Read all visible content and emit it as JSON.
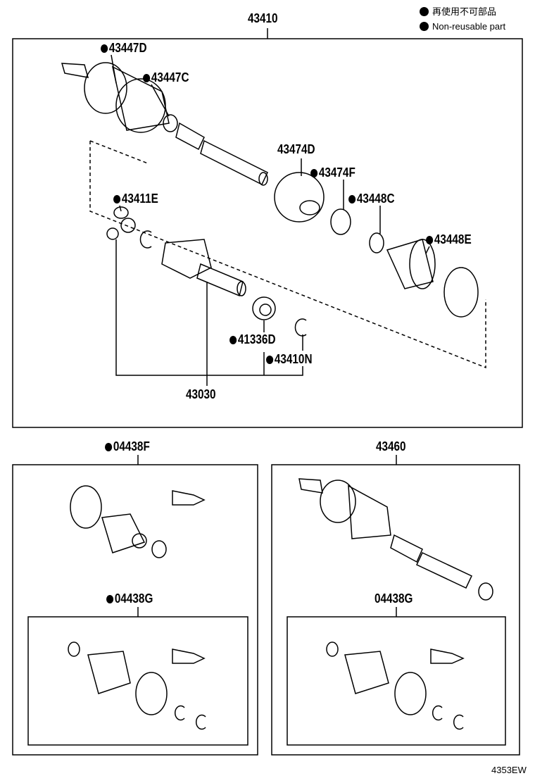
{
  "legend": {
    "symbol": "●",
    "label_ja": "再使用不可部品",
    "label_en": "Non-reusable part"
  },
  "assembly_main": {
    "part_number": "43410",
    "callouts": [
      {
        "part": "43447D",
        "non_reusable": true
      },
      {
        "part": "43447C",
        "non_reusable": true
      },
      {
        "part": "43474D",
        "non_reusable": false
      },
      {
        "part": "43474F",
        "non_reusable": true
      },
      {
        "part": "43448C",
        "non_reusable": true
      },
      {
        "part": "43448E",
        "non_reusable": true
      },
      {
        "part": "43411E",
        "non_reusable": true
      },
      {
        "part": "41336D",
        "non_reusable": true
      },
      {
        "part": "43410N",
        "non_reusable": true
      },
      {
        "part": "43030",
        "non_reusable": false
      }
    ]
  },
  "kit_left": {
    "part_number": "04438F",
    "non_reusable": true,
    "sub_kit": {
      "part_number": "04438G",
      "non_reusable": true
    }
  },
  "kit_right": {
    "part_number": "43460",
    "sub_kit": {
      "part_number": "04438G",
      "non_reusable": false
    }
  },
  "illustration_code": "4353EW"
}
